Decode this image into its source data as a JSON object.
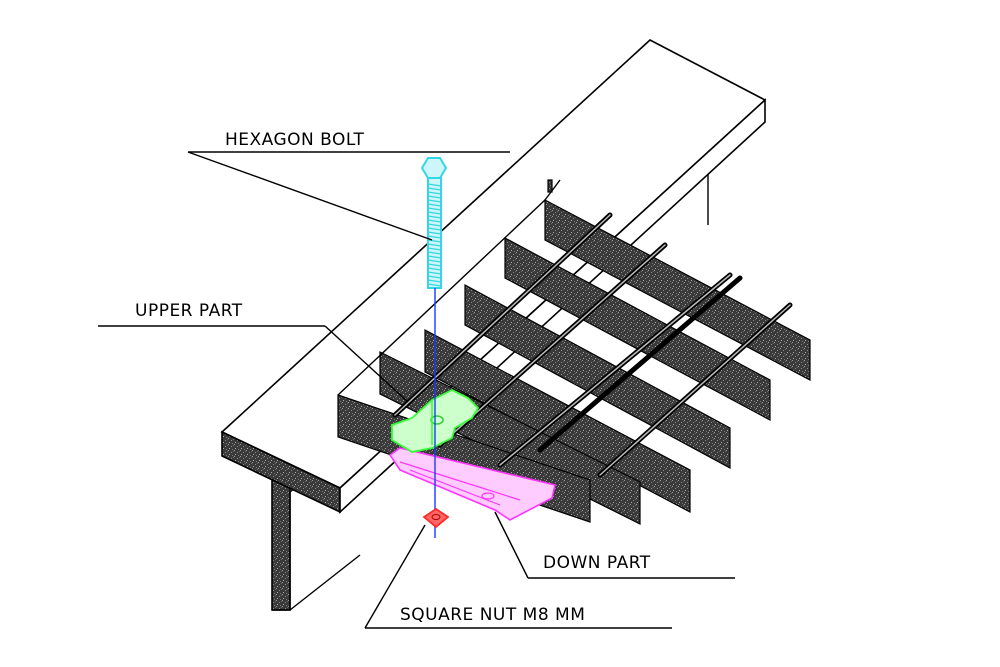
{
  "labels": {
    "hexagon_bolt": "HEXAGON BOLT",
    "upper_part": "UPPER PART",
    "down_part": "DOWN PART",
    "square_nut": "SQUARE NUT M8 MM"
  },
  "colors": {
    "bolt": "#33d6e6",
    "upper_clip": "#33ff33",
    "down_clip": "#ff33ff",
    "nut": "#ff2a2a",
    "axis": "#1a3cff",
    "line": "#000000"
  }
}
